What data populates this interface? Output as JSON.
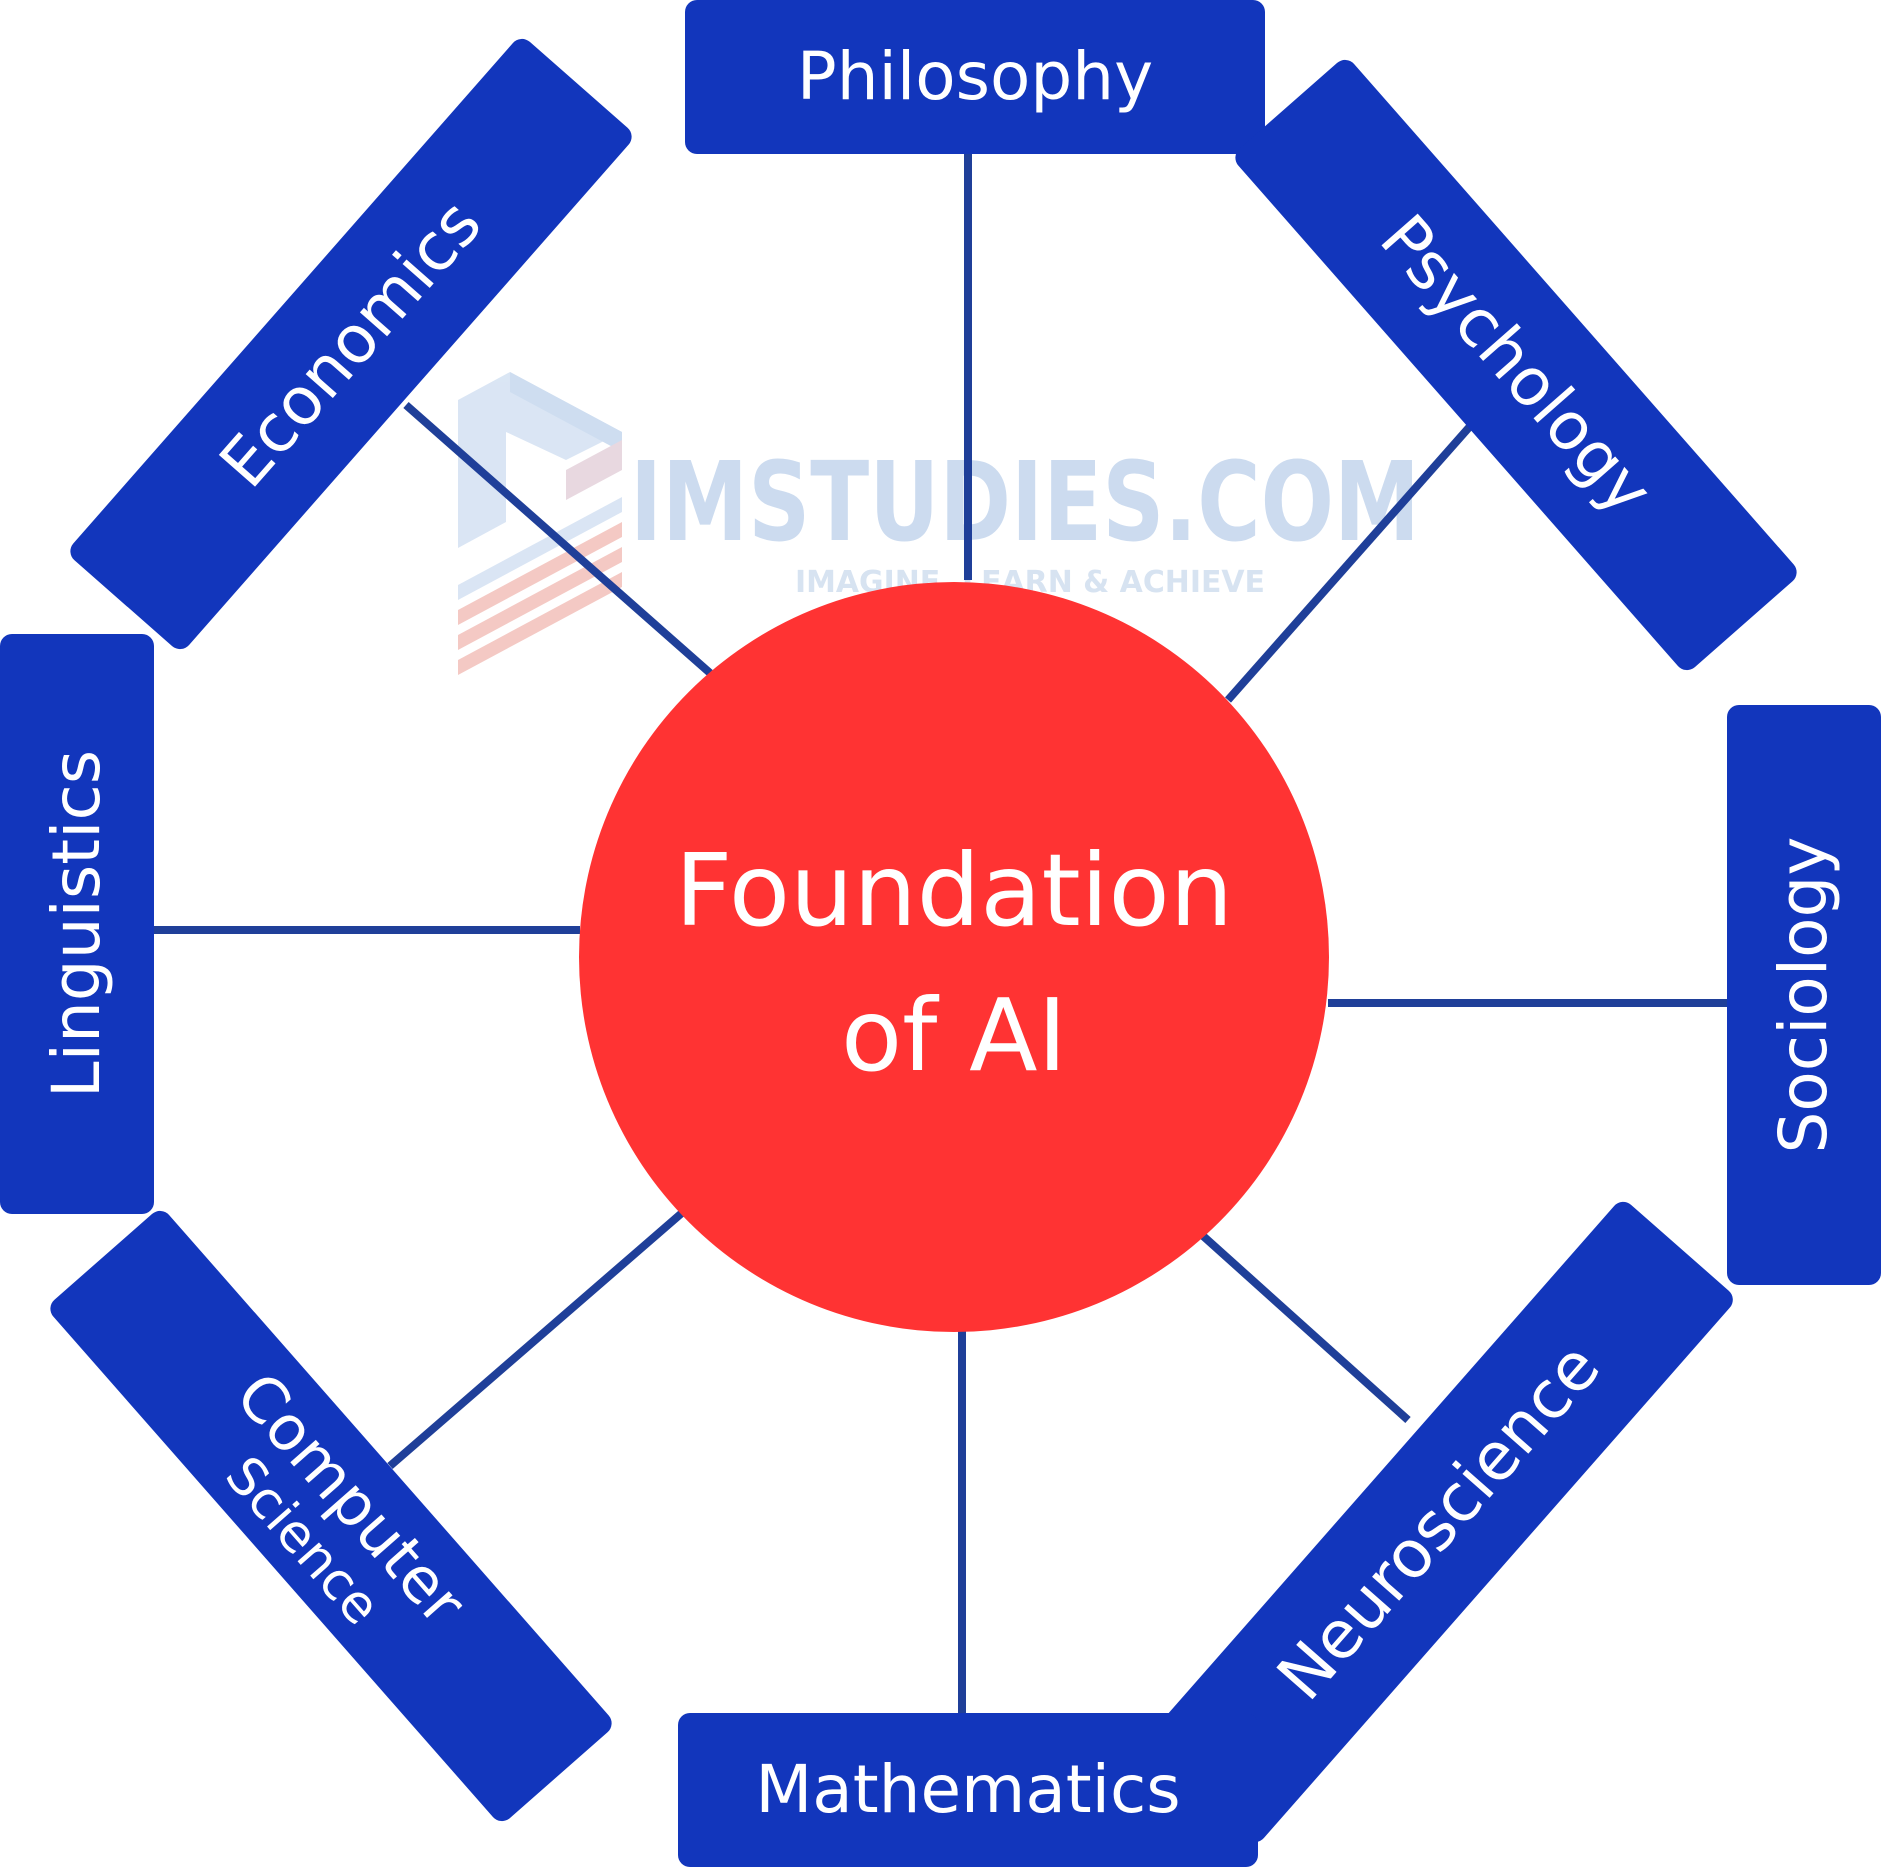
{
  "watermark": {
    "brand": "IMSTUDIES.COM",
    "tagline": "IMAGINE, LEARN & ACHIEVE"
  },
  "center": {
    "line1": "Foundation",
    "line2": "of AI"
  },
  "nodes": [
    {
      "id": "philosophy",
      "lines": [
        "Philosophy"
      ]
    },
    {
      "id": "psychology",
      "lines": [
        "Psychology"
      ]
    },
    {
      "id": "sociology",
      "lines": [
        "Sociology"
      ]
    },
    {
      "id": "neuroscience",
      "lines": [
        "Neuroscience"
      ]
    },
    {
      "id": "mathematics",
      "lines": [
        "Mathematics"
      ]
    },
    {
      "id": "computer-science",
      "lines": [
        "Computer",
        "Science"
      ]
    },
    {
      "id": "linguistics",
      "lines": [
        "Linguistics"
      ]
    },
    {
      "id": "economics",
      "lines": [
        "Economics"
      ]
    }
  ],
  "colors": {
    "box": "#1236BC",
    "center": "#FF3333",
    "connector": "#1F3F99",
    "label": "#FFFFFF",
    "watermark_blue": "#BFD3EC",
    "watermark_red": "#F3C4BE"
  }
}
